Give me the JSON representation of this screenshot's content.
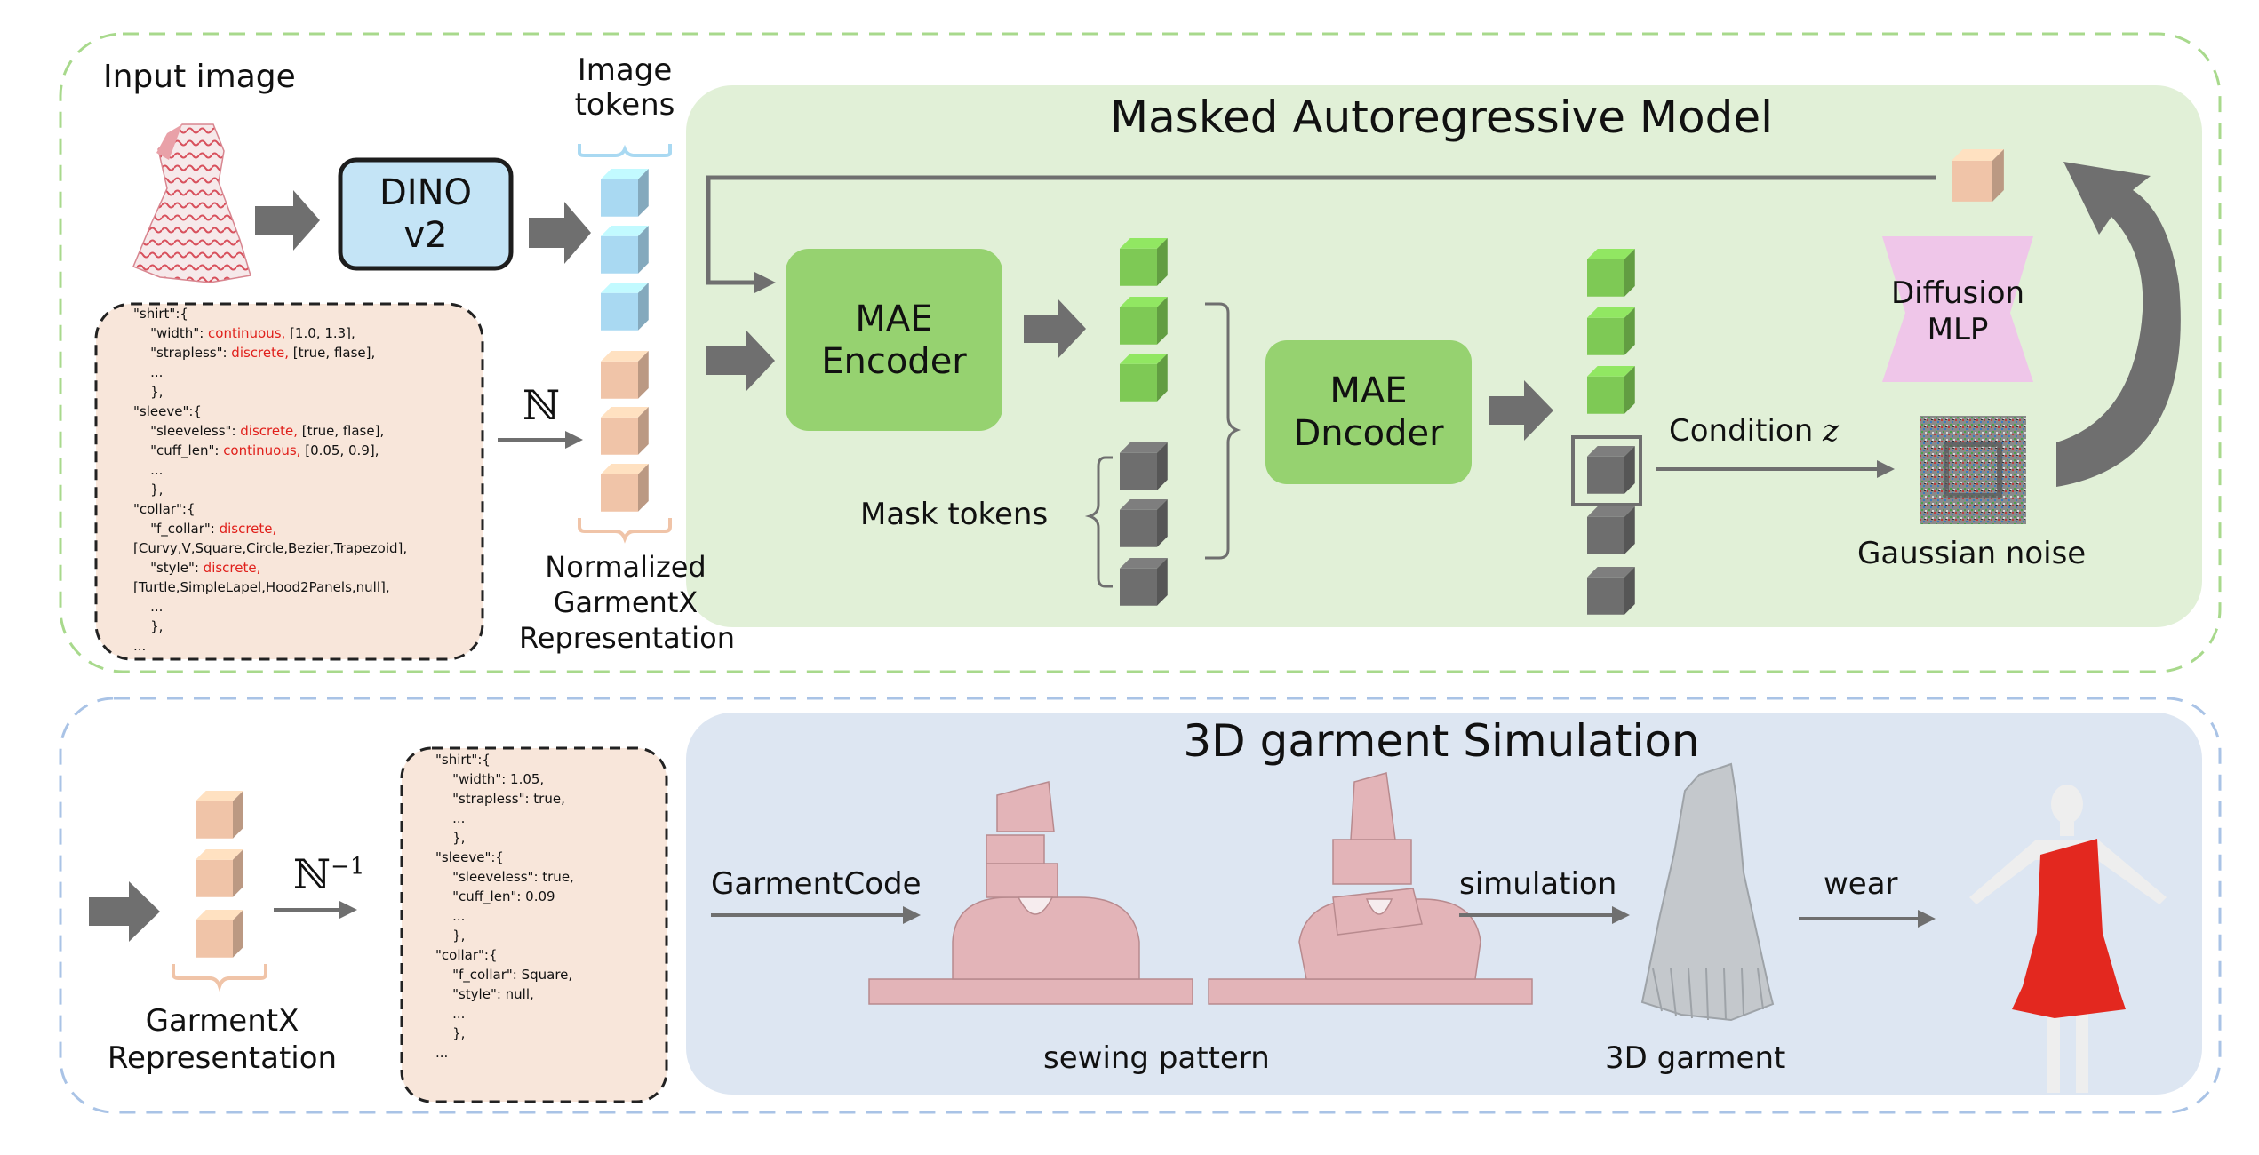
{
  "top": {
    "input_image_label": "Input image",
    "image_tokens_label": [
      "Image",
      "tokens"
    ],
    "dino_label": [
      "DINO",
      "v2"
    ],
    "map_symbol": "ℕ",
    "normalized_label": [
      "Normalized",
      "GarmentX",
      "Representation"
    ],
    "mar_title": "Masked Autoregressive Model",
    "mae_encoder_label": [
      "MAE",
      "Encoder"
    ],
    "mae_decoder_label": [
      "MAE",
      "Dncoder"
    ],
    "mask_tokens_label": "Mask tokens",
    "condition_label": "Condition",
    "condition_var": "z",
    "diffusion_label": [
      "Diffusion",
      "MLP"
    ],
    "gaussian_label": "Gaussian noise",
    "code_lines": [
      "\"shirt\":{",
      "    \"width\": |continuous,| [1.0, 1.3],",
      "    \"strapless\": |discrete,| [true, flase],",
      "    ...",
      "    },",
      "\"sleeve\":{",
      "    \"sleeveless\": |discrete,| [true, flase],",
      "    \"cuff_len\": |continuous,| [0.05, 0.9],",
      "    ...",
      "    },",
      "\"collar\":{",
      "    \"f_collar\": |discrete,",
      "[Curvy,V,Square,Circle,Bezier,Trapezoid],",
      "    \"style\": |discrete,",
      "[Turtle,SimpleLapel,Hood2Panels,null],",
      "    ...",
      "    },",
      "..."
    ]
  },
  "bottom": {
    "inverse_symbol": "ℕ",
    "inverse_exp": "−1",
    "garmentx_label": [
      "GarmentX",
      "Representation"
    ],
    "sim_title": "3D garment Simulation",
    "garmentcode_label": "GarmentCode",
    "simulation_label": "simulation",
    "wear_label": "wear",
    "sewing_label": "sewing pattern",
    "garment3d_label": "3D garment",
    "code_lines": [
      "\"shirt\":{",
      "    \"width\": 1.05,",
      "    \"strapless\": true,",
      "    ...",
      "    },",
      "\"sleeve\":{",
      "    \"sleeveless\": true,",
      "    \"cuff_len\": 0.09",
      "    ...",
      "    },",
      "\"collar\":{",
      "    \"f_collar\": Square,",
      "    \"style\": null,",
      "    ...",
      "    },",
      "..."
    ]
  },
  "colors": {
    "top_border": "#a8d98c",
    "bottom_border": "#a9c3e6",
    "mar_panel": "#e1f0d7",
    "sim_panel": "#dde6f2",
    "mae_box": "#96d270",
    "dino_box": "#c4e4f6",
    "diffusion": "#efc6e9",
    "code_bg": "#f8e6da",
    "token_blue": "#a9d9f2",
    "token_peach": "#f0c4a8",
    "token_green": "#7ec955",
    "token_gray": "#6e6e6e",
    "arrow": "#6f6f6f",
    "pattern": "#e3b4b8",
    "highlight": "#e0201b"
  }
}
